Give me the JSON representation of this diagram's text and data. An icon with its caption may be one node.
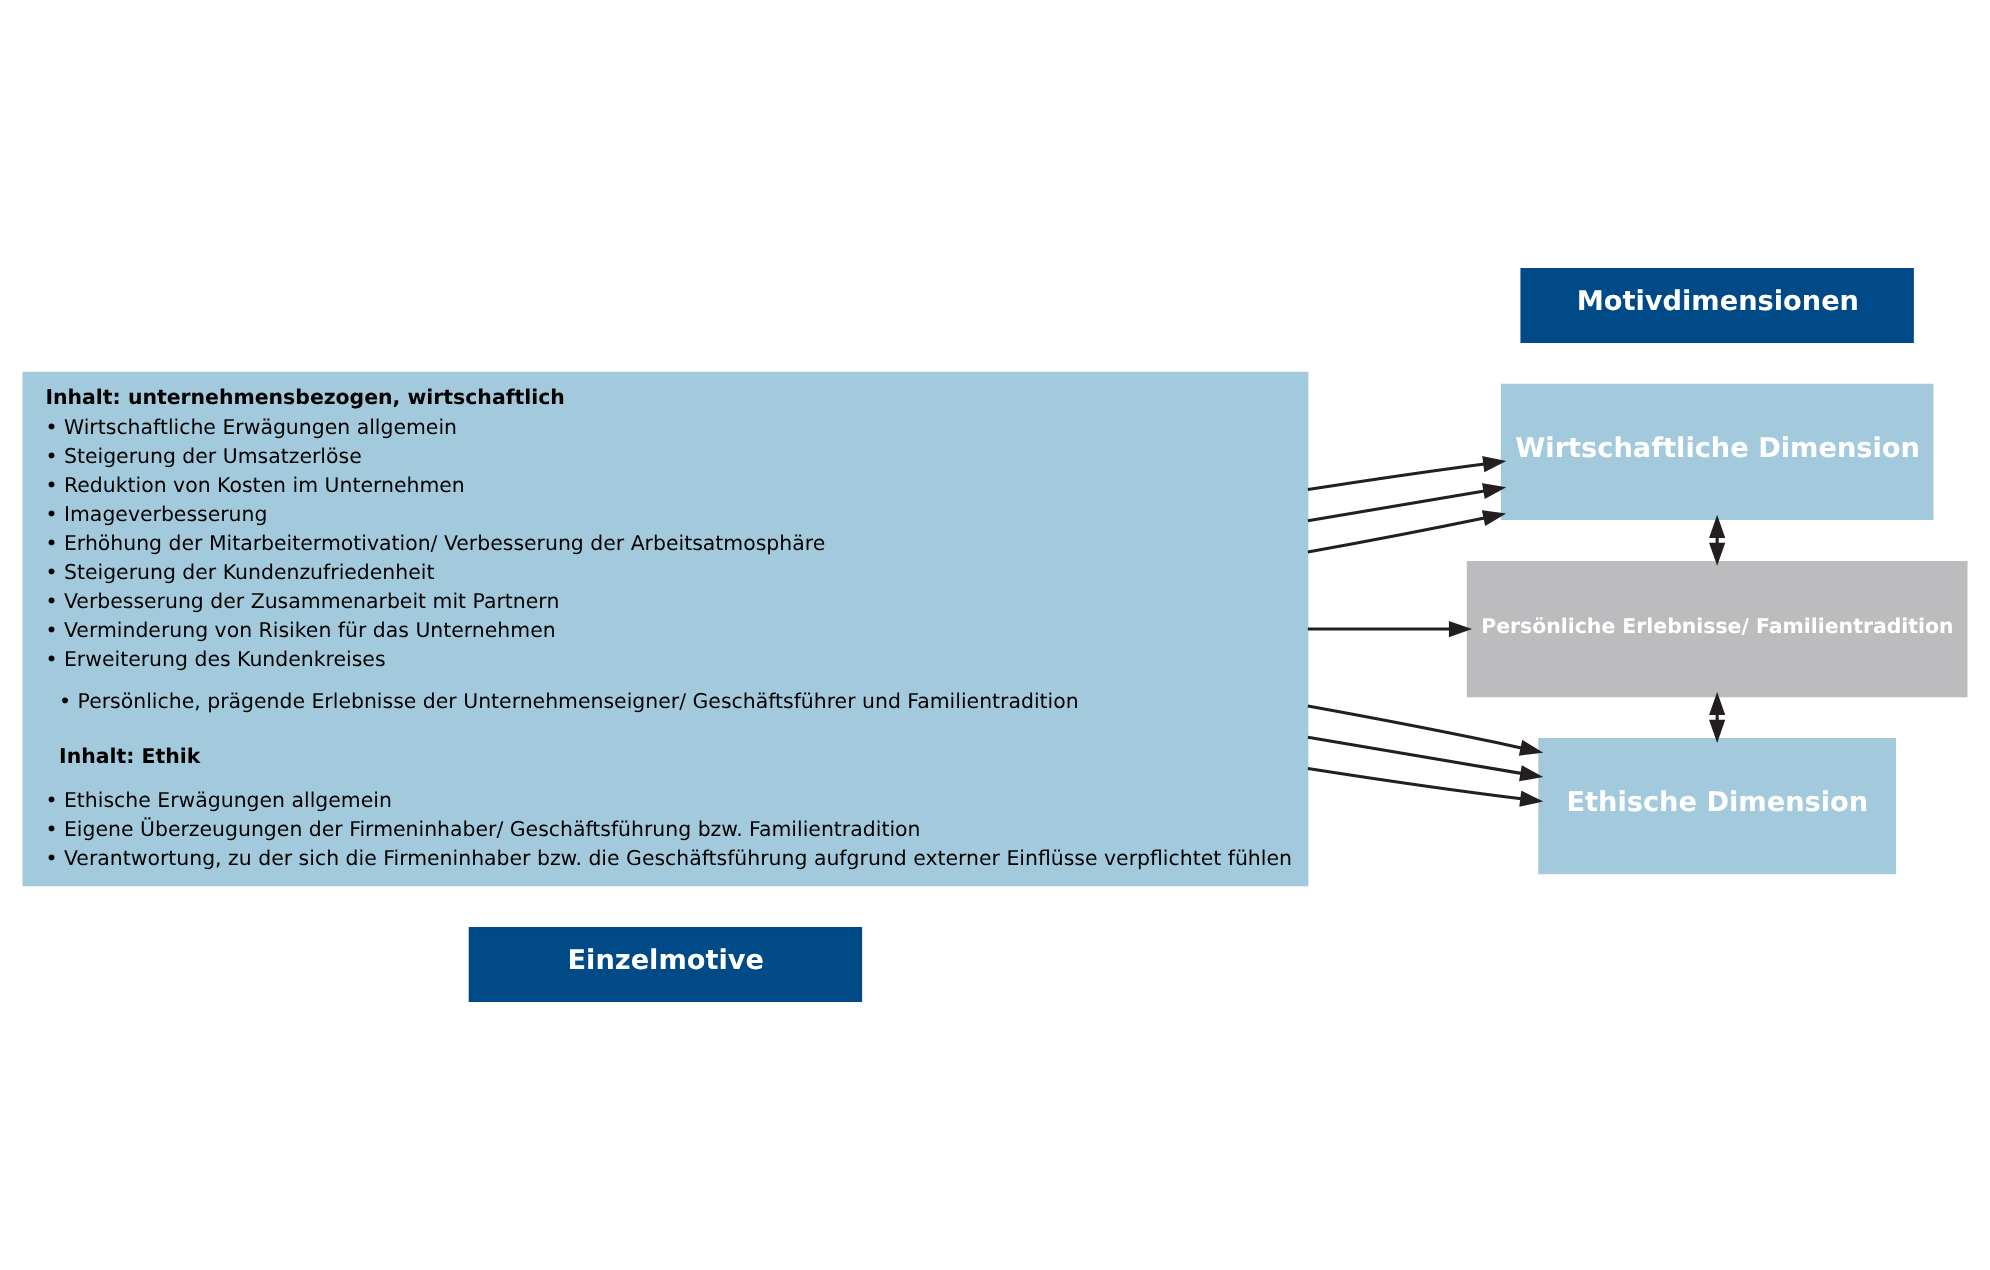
{
  "diagram": {
    "nodes": [
      {
        "text": [
          "Einzelmotive"
        ]
      },
      {
        "text": [
          "Inhalt: unternehmensbezogen, wirtschaftlich",
          "• Wirtschaftliche Erwägungen allgemein",
          "• Steigerung der Umsatzerlöse",
          "• Reduktion von Kosten im Unternehmen",
          "• Imageverbesserung",
          "• Erhöhung der Mitarbeitermotivation/ Verbesserung der Arbeitsatmosphäre",
          "• Steigerung der Kundenzufriedenheit",
          "• Verbesserung der Zusammenarbeit mit Partnern",
          "• Verminderung von Risiken für das Unternehmen",
          "• Erweiterung des Kundenkreises",
          "• Persönliche, prägende Erlebnisse der Unternehmenseigner/ Geschäftsführer und Familientradition",
          "Inhalt: Ethik",
          "• Ethische Erwägungen allgemein",
          "• Eigene Überzeugungen der Firmeninhaber/ Geschäftsführung bzw. Familientradition",
          "• Verantwortung, zu der sich die Firmeninhaber bzw. die Geschäftsführung aufgrund externer Einflüsse verpflichtet fühlen"
        ]
      },
      {
        "text": [
          "Motivdimensionen"
        ]
      },
      {
        "text": [
          "Wirtschaftliche Dimension"
        ]
      },
      {
        "text": [
          "Persönliche Erlebnisse/ Familientradition"
        ]
      },
      {
        "text": [
          "Ethische Dimension"
        ]
      }
    ],
    "edges": [
      {
        "from": 1,
        "to": 3,
        "arrow": "to"
      },
      {
        "from": 1,
        "to": 3,
        "arrow": "to"
      },
      {
        "from": 1,
        "to": 3,
        "arrow": "to"
      },
      {
        "from": 1,
        "to": 4,
        "arrow": "to"
      },
      {
        "from": 1,
        "to": 5,
        "arrow": "to"
      },
      {
        "from": 1,
        "to": 5,
        "arrow": "to"
      },
      {
        "from": 1,
        "to": 5,
        "arrow": "to"
      },
      {
        "from": 3,
        "to": 4,
        "arrow": "both"
      },
      {
        "from": 4,
        "to": 5,
        "arrow": "both"
      }
    ]
  }
}
